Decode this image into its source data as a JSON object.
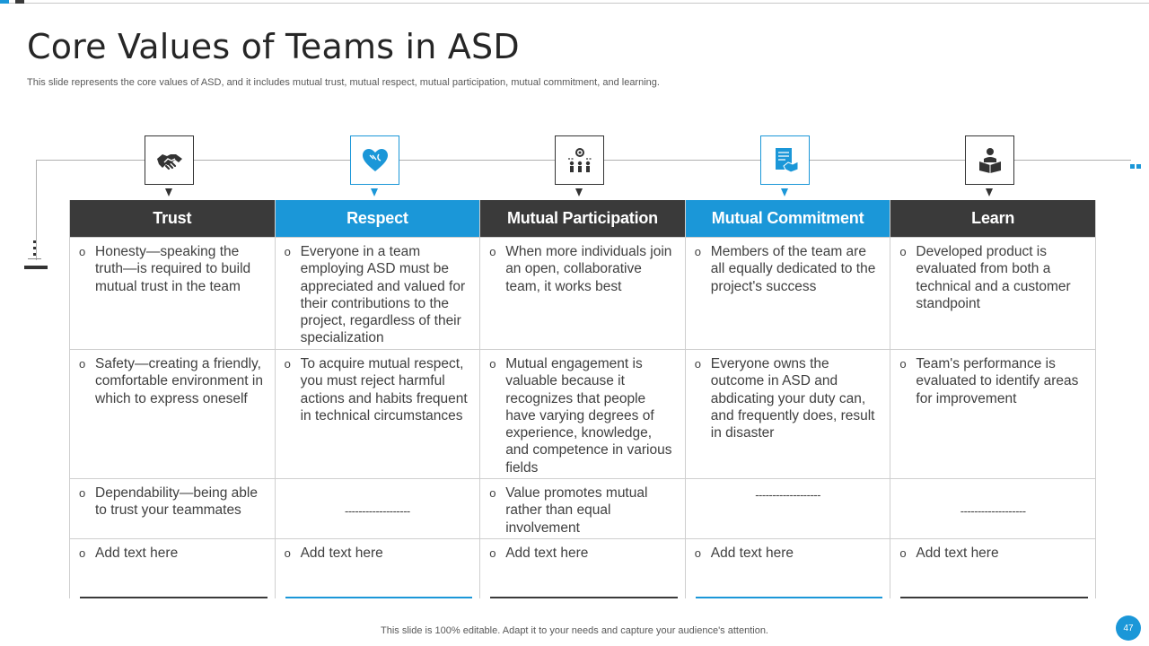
{
  "slide": {
    "title": "Core Values of Teams in ASD",
    "subtitle": "This slide represents the core values of ASD,  and it includes mutual trust, mutual respect, mutual participation, mutual commitment, and learning.",
    "footer": "This slide is 100% editable. Adapt it to your needs and capture your audience's attention.",
    "page_number": "47"
  },
  "colors": {
    "accent": "#1b97d8",
    "dark": "#3a3a3a",
    "border": "#cfcfcf"
  },
  "columns": [
    {
      "header": "Trust",
      "style": "dark",
      "icon": "handshake-icon",
      "rows": [
        "Honesty—speaking the truth—is required to build mutual trust in the team",
        "Safety—creating a friendly,  comfortable environment  in which to express oneself",
        "Dependability—being able to trust your teammates",
        "Add text here"
      ]
    },
    {
      "header": "Respect",
      "style": "blue",
      "icon": "heart-icon",
      "rows": [
        "Everyone in a team employing ASD must be appreciated and valued for their contributions to the project, regardless of their specialization",
        "To acquire mutual respect, you must reject harmful actions and habits frequent in technical circumstances",
        "-------------------",
        "Add text here"
      ]
    },
    {
      "header": "Mutual Participation",
      "style": "dark",
      "icon": "team-gear-icon",
      "rows": [
        "When more individuals join an open, collaborative team, it works best",
        "Mutual engagement is valuable because it recognizes that people have varying degrees of experience, knowledge, and competence in various fields",
        "Value promotes mutual rather than equal involvement",
        "Add text here"
      ]
    },
    {
      "header": "Mutual Commitment",
      "style": "blue",
      "icon": "document-handshake-icon",
      "rows": [
        "Members of the team are all equally dedicated to the project's success",
        "Everyone owns the outcome in ASD and abdicating your duty can, and frequently does, result in disaster",
        "-------------------",
        "Add text here"
      ]
    },
    {
      "header": "Learn",
      "style": "dark",
      "icon": "reading-person-icon",
      "rows": [
        "Developed product is evaluated from both a technical and a customer standpoint",
        " Team's performance is evaluated to identify areas for improvement",
        "-------------------",
        "Add text here"
      ]
    }
  ]
}
